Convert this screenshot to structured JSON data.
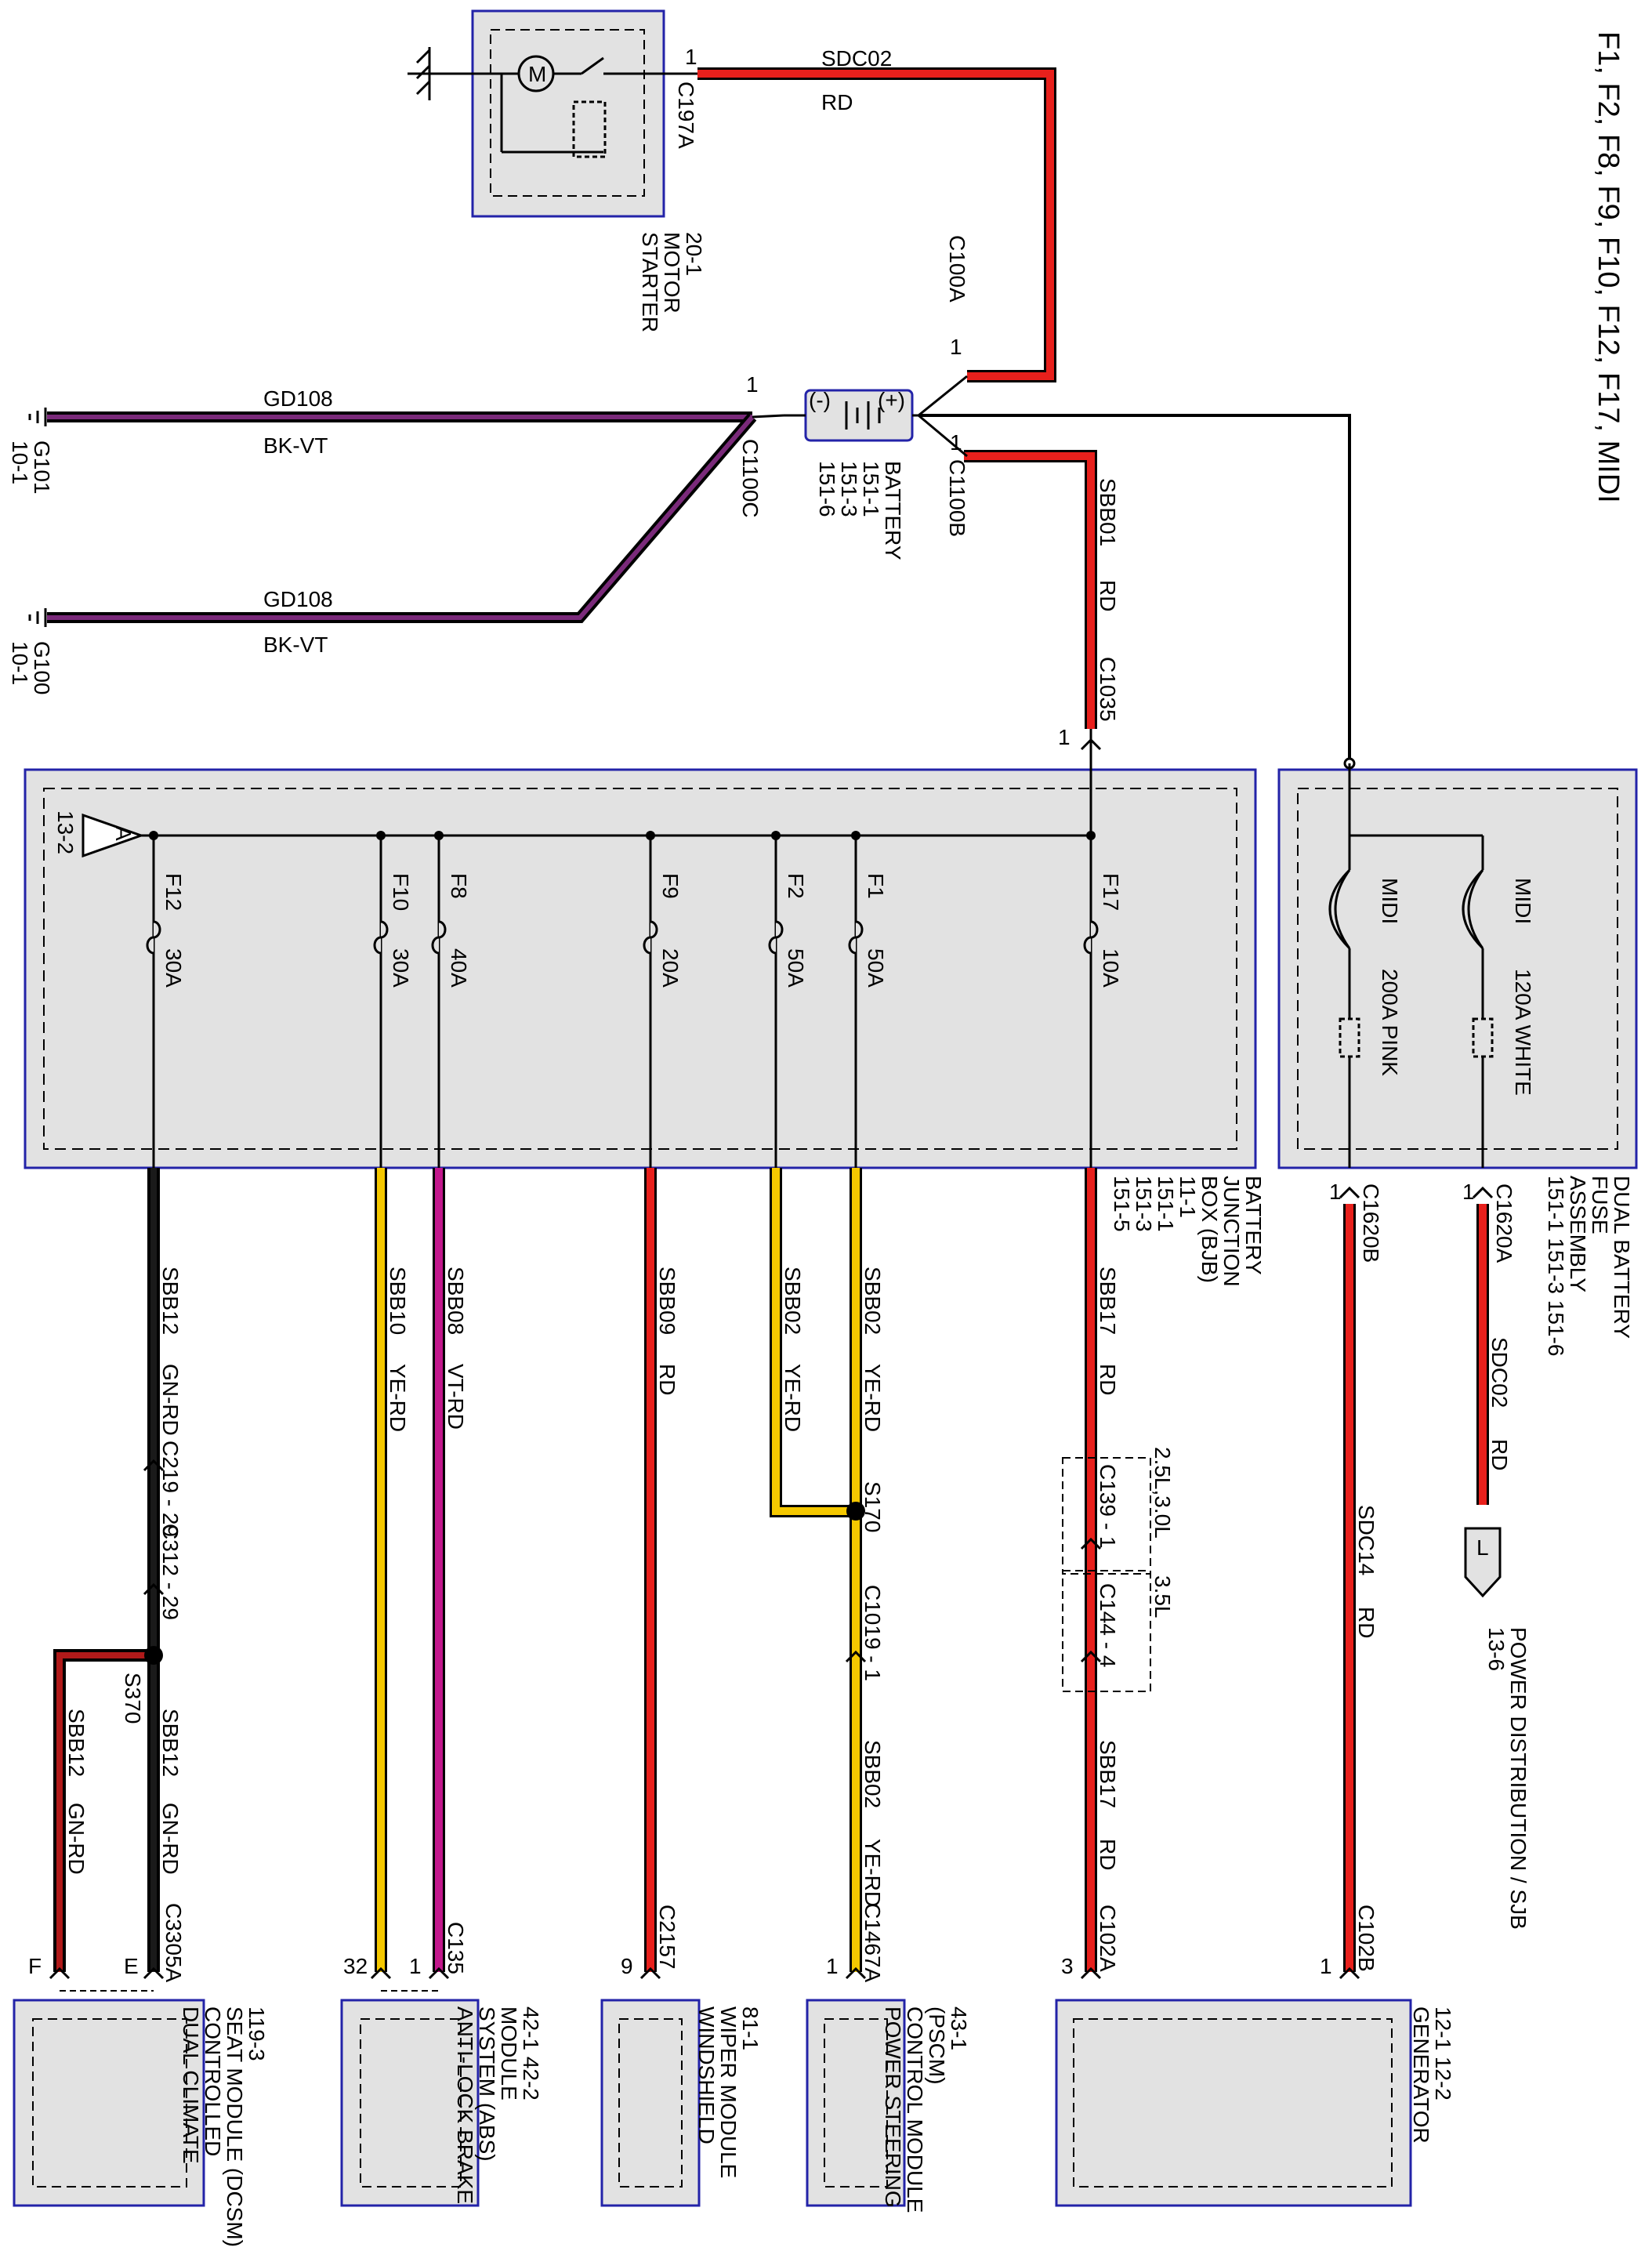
{
  "title": "F1, F2, F8, F9, F10, F12, F17, MIDI",
  "starter_motor": {
    "name": "STARTER\nMOTOR\n20-1",
    "pin": "1",
    "connector": "C197A",
    "motor_symbol": "M"
  },
  "battery": {
    "name": "BATTERY\n151-1\n151-3\n151-6",
    "neg": "(-)",
    "pos": "(+)",
    "c100a": "C100A",
    "c100b": "C1100B",
    "c100c": "C1100C",
    "pin": "1"
  },
  "wires": {
    "sdc02_top": {
      "circuit": "SDC02",
      "color": "RD"
    },
    "gd108_a": {
      "circuit": "GD108",
      "color": "BK-VT"
    },
    "gd108_b": {
      "circuit": "GD108",
      "color": "BK-VT"
    },
    "sbb01": {
      "circuit": "SBB01",
      "color": "RD",
      "connector": "C1035",
      "pin": "1"
    },
    "sbb17": {
      "circuit": "SBB17",
      "color": "RD"
    },
    "sbb17_low": {
      "circuit": "SBB17",
      "color": "RD"
    },
    "sbb02_a": {
      "circuit": "SBB02",
      "color": "YE-RD"
    },
    "sbb02_b": {
      "circuit": "SBB02",
      "color": "YE-RD"
    },
    "sbb02_low": {
      "circuit": "SBB02",
      "color": "YE-RD"
    },
    "sbb09": {
      "circuit": "SBB09",
      "color": "RD"
    },
    "sbb08": {
      "circuit": "SBB08",
      "color": "VT-RD"
    },
    "sbb10": {
      "circuit": "SBB10",
      "color": "YE-RD"
    },
    "sbb12": {
      "circuit": "SBB12",
      "color": "GN-RD"
    },
    "sbb12_e": {
      "circuit": "SBB12",
      "color": "GN-RD"
    },
    "sbb12_f": {
      "circuit": "SBB12",
      "color": "GN-RD"
    },
    "sdc02_low": {
      "circuit": "SDC02",
      "color": "RD"
    },
    "sdc14": {
      "circuit": "SDC14",
      "color": "RD"
    }
  },
  "grounds": {
    "g101": "G101\n10-1",
    "g100": "G100\n10-1"
  },
  "bjb": {
    "name": "BATTERY\nJUNCTION\nBOX (BJB)\n11-1\n151-1\n151-3\n151-5",
    "ref": "A",
    "ref_page": "13-2",
    "fuses": [
      {
        "id": "F12",
        "rating": "30A"
      },
      {
        "id": "F10",
        "rating": "30A"
      },
      {
        "id": "F8",
        "rating": "40A"
      },
      {
        "id": "F9",
        "rating": "20A"
      },
      {
        "id": "F2",
        "rating": "50A"
      },
      {
        "id": "F1",
        "rating": "50A"
      },
      {
        "id": "F17",
        "rating": "10A"
      }
    ]
  },
  "dbfa": {
    "name": "DUAL BATTERY\nFUSE\nASSEMBLY\n151-1  151-3   151-6",
    "fuse_a": {
      "type": "MIDI",
      "rating": "200A  PINK"
    },
    "fuse_b": {
      "type": "MIDI",
      "rating": "120A  WHITE"
    },
    "c1620b": "C1620B",
    "c1620a": "C1620A",
    "pin": "1"
  },
  "connectors": {
    "c219": "C219 - 29",
    "c312": "C312 - 29",
    "s370": "S370",
    "s170": "S170",
    "c1019": "C1019 - 1",
    "c139": "C139 - 1",
    "c144": "C144 - 4",
    "opt_25": "2.5L,3.0L",
    "opt_35": "3.5L",
    "c3305a": "C3305A",
    "pin_e": "E",
    "pin_f": "F",
    "c135": "C135",
    "pin_32": "32",
    "pin_1_135": "1",
    "c2157": "C2157",
    "pin_9": "9",
    "c1467a": "C1467A",
    "pin_1_1467": "1",
    "c102a": "C102A",
    "pin_3": "3",
    "c102b": "C102B",
    "pin_1_102b": "1"
  },
  "power_dist": {
    "letter": "L",
    "name": "POWER DISTRIBUTION / SJB\n13-6"
  },
  "modules": {
    "dcsm": "DUAL CLIMATE\nCONTROLLED\nSEAT MODULE (DCSM)\n119-3",
    "abs": "ANTI-LOCK BRAKE\nSYSTEM (ABS)\nMODULE\n42-1  42-2",
    "wiper": "WINDSHIELD\nWIPER MODULE\n81-1",
    "pscm": "POWER STEERING\nCONTROL MODULE\n(PSCM)\n43-1",
    "generator": "GENERATOR\n12-1      12-2"
  },
  "colors": {
    "red": "#e8201c",
    "yellow": "#f5c800",
    "violet": "#c2188c",
    "purple": "#7a2a7a",
    "module_fill": "#e2e2e2",
    "module_border": "#2323a8"
  }
}
